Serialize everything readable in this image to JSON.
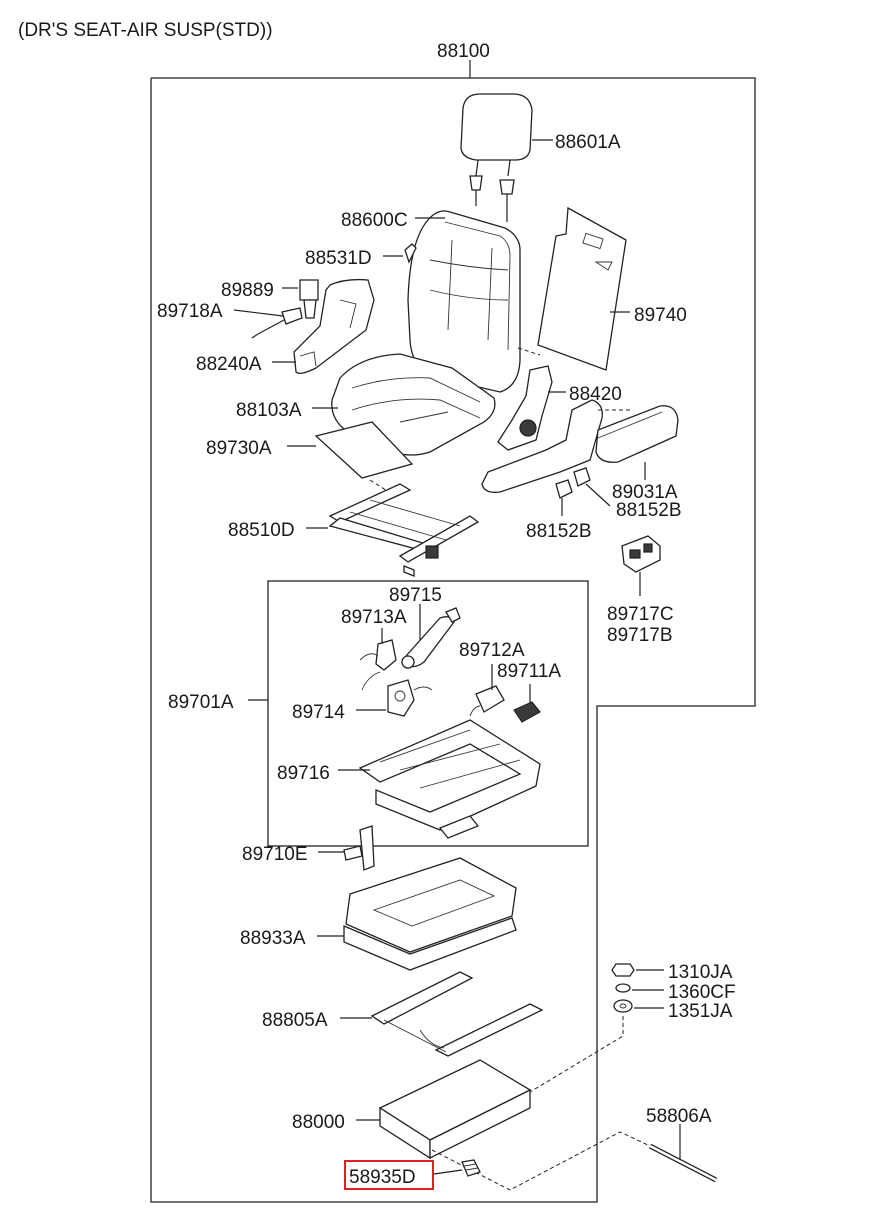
{
  "title": "(DR'S SEAT-AIR SUSP(STD))",
  "labels": {
    "assy": "88100",
    "headrest": "88601A",
    "back_cover": "88600C",
    "guide": "88531D",
    "buckle": "89889",
    "cable": "89718A",
    "back_frame_panel": "89740",
    "side_cover_l": "88240A",
    "recliner": "88420",
    "cushion": "88103A",
    "armrest": "89031A",
    "heater_pad": "89730A",
    "cover_a": "88152B",
    "cover_b": "88152B",
    "track": "88510D",
    "switch_c": "89717C",
    "switch_b": "89717B",
    "air_spring": "89715",
    "valve_a": "89713A",
    "valve_b": "89712A",
    "valve_c": "89711A",
    "suspension_assy": "89701A",
    "compressor": "89714",
    "susp_frame": "89716",
    "bracket": "89710E",
    "base_cover": "88933A",
    "slide_rail": "88805A",
    "riser": "88000",
    "bolt_a": "1310JA",
    "nut": "1360CF",
    "washer": "1351JA",
    "rod": "58806A",
    "highlighted_bolt": "58935D"
  },
  "highlight": {
    "part": "58935D",
    "color": "#e02020"
  }
}
